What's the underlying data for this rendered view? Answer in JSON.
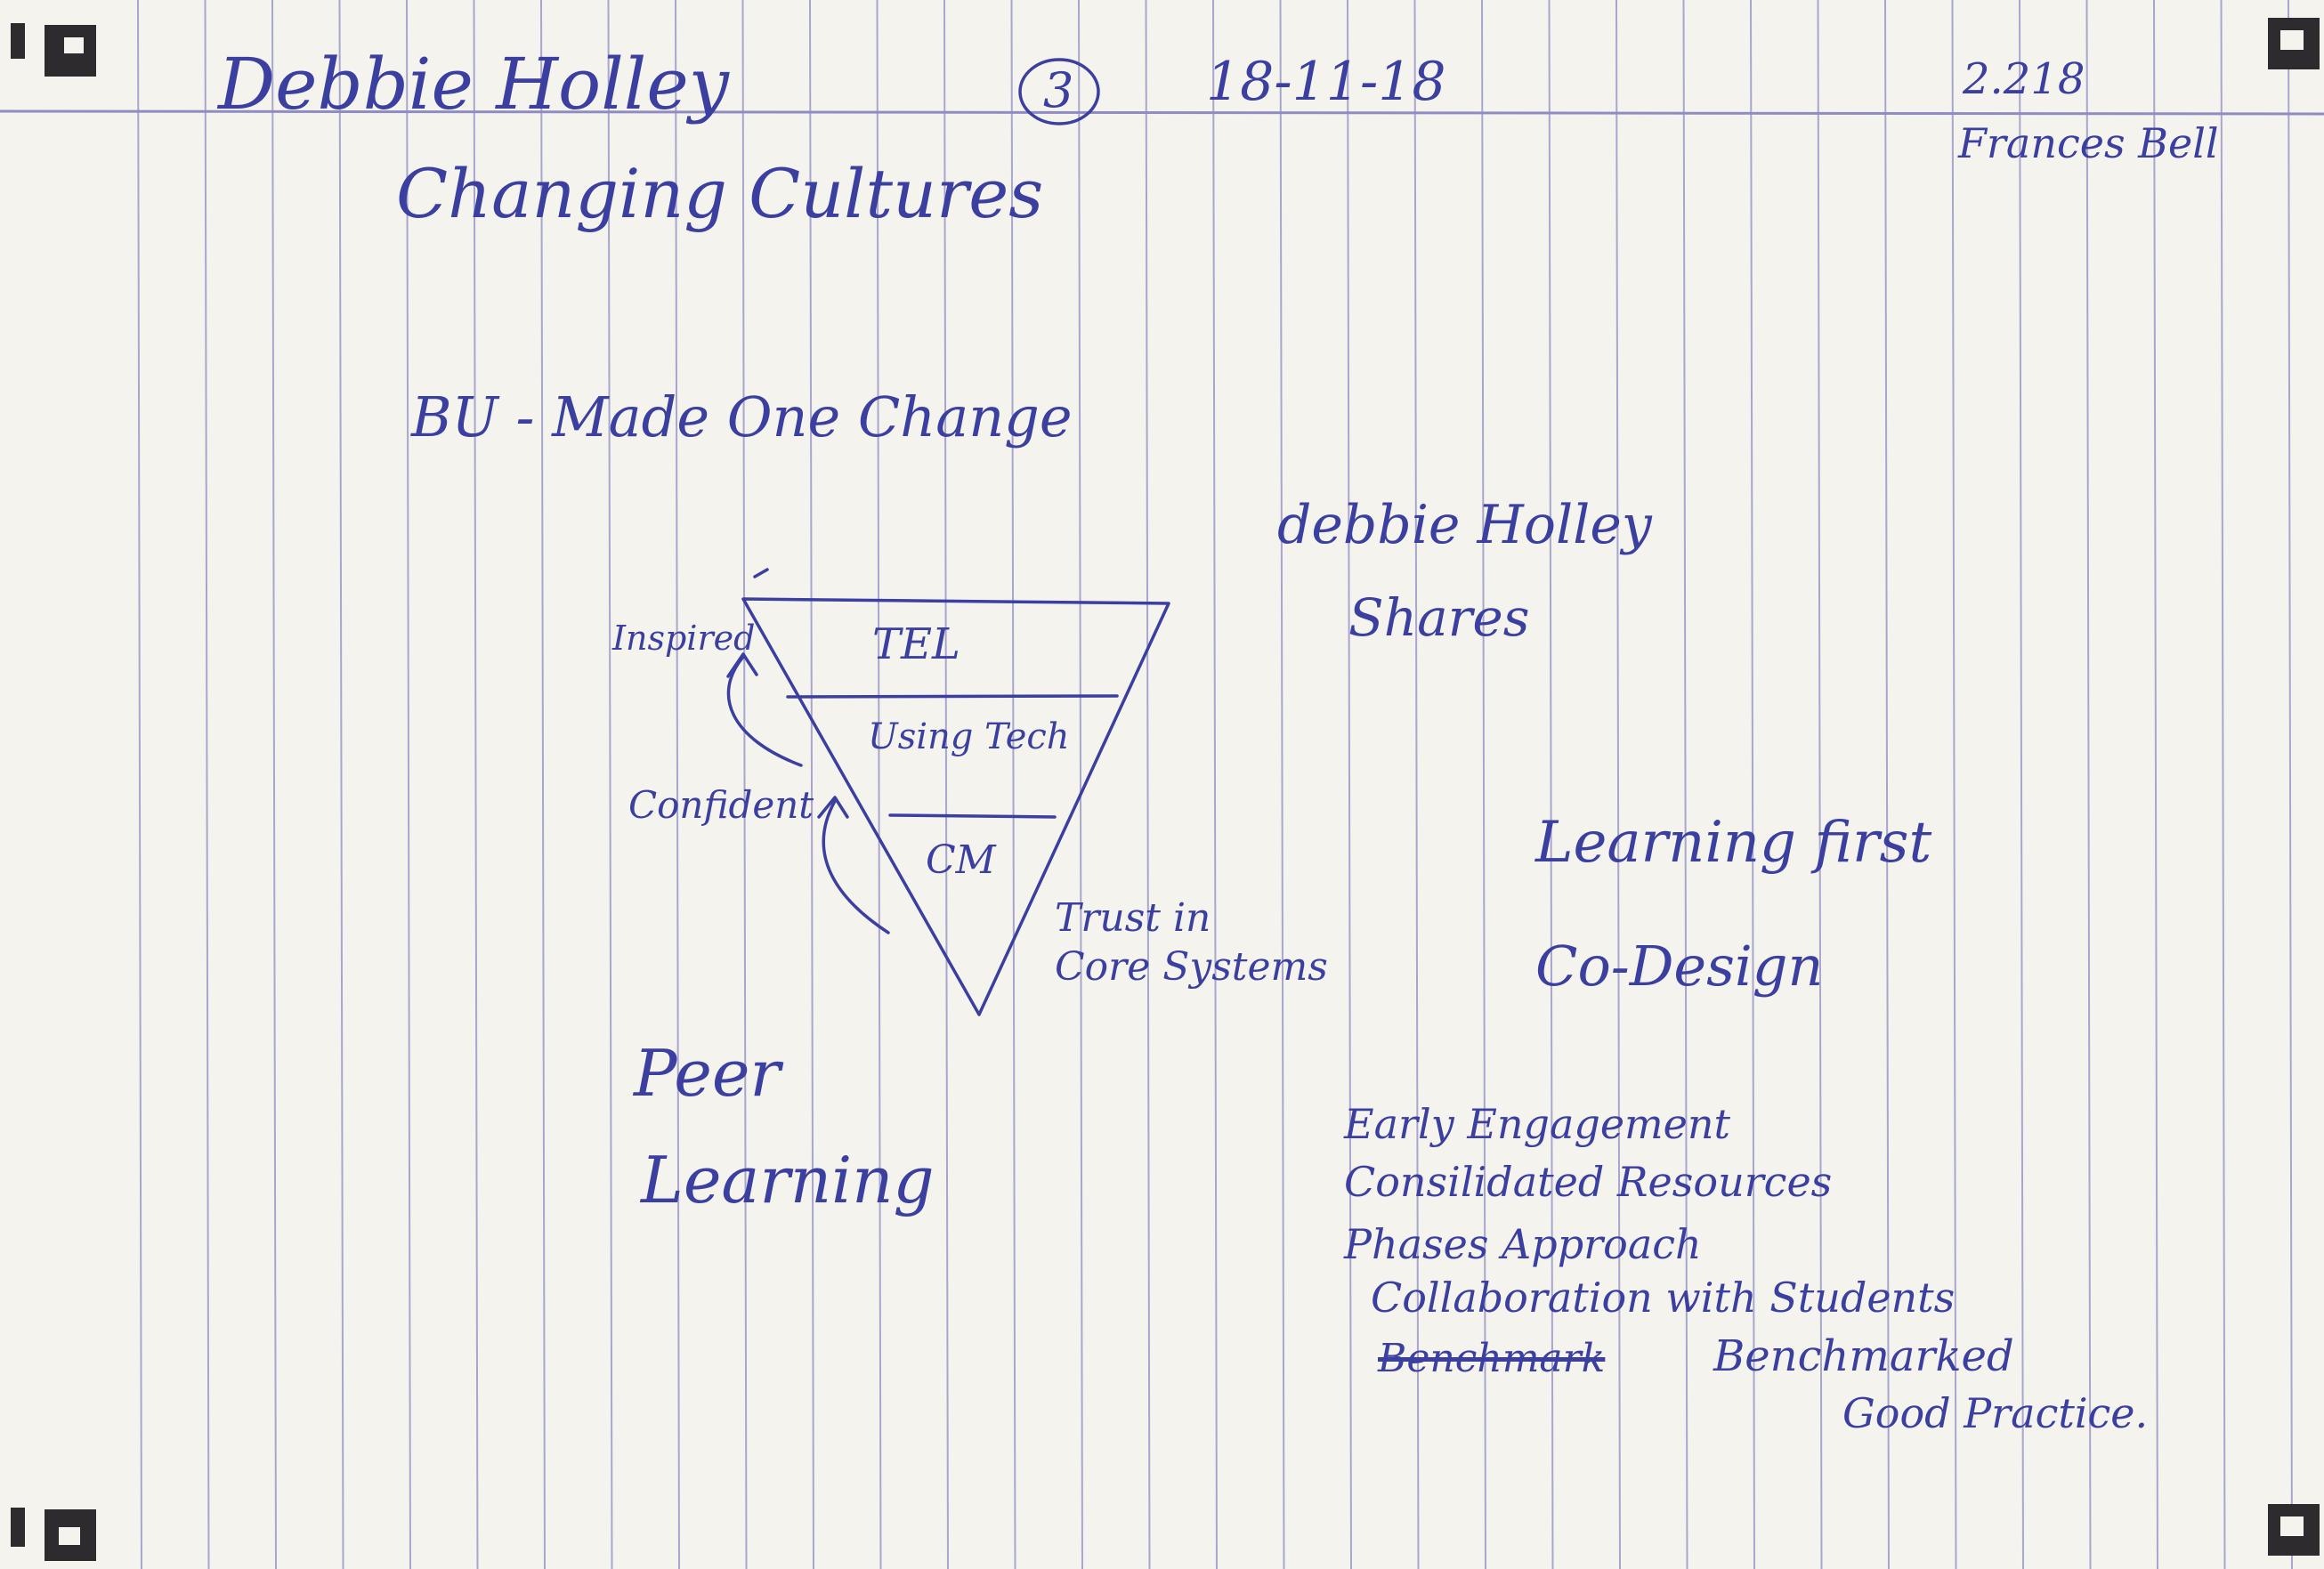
{
  "header": {
    "speaker": "Debbie Holley",
    "session_number": "3",
    "date": "18-11-18",
    "room": "2.218",
    "author": "Frances Bell"
  },
  "title": "Changing Cultures",
  "subtitle": "BU - Made One Change",
  "pyramid": {
    "levels": [
      "TEL",
      "Using Tech",
      "CM"
    ],
    "left_labels": [
      "Inspired",
      "Confident"
    ],
    "bottom_label_line1": "Trust in",
    "bottom_label_line2": "Core Systems"
  },
  "right_notes": {
    "name": "debbie Holley",
    "shares": "Shares",
    "learning_first": "Learning first",
    "co_design": "Co-Design"
  },
  "peer": {
    "line1": "Peer",
    "line2": "Learning"
  },
  "list": {
    "items": [
      "Early Engagement",
      "Consilidated Resources",
      "Phases Approach",
      "Collaboration with Students"
    ],
    "struck_word": "Benchmark",
    "benchmarked": "Benchmarked",
    "good_practice": "Good Practice."
  },
  "colors": {
    "ink": "#3a3fa0",
    "rule_lines": "#8f8cc4",
    "marker": "#2e2b2e",
    "paper": "#f5f3ee"
  }
}
